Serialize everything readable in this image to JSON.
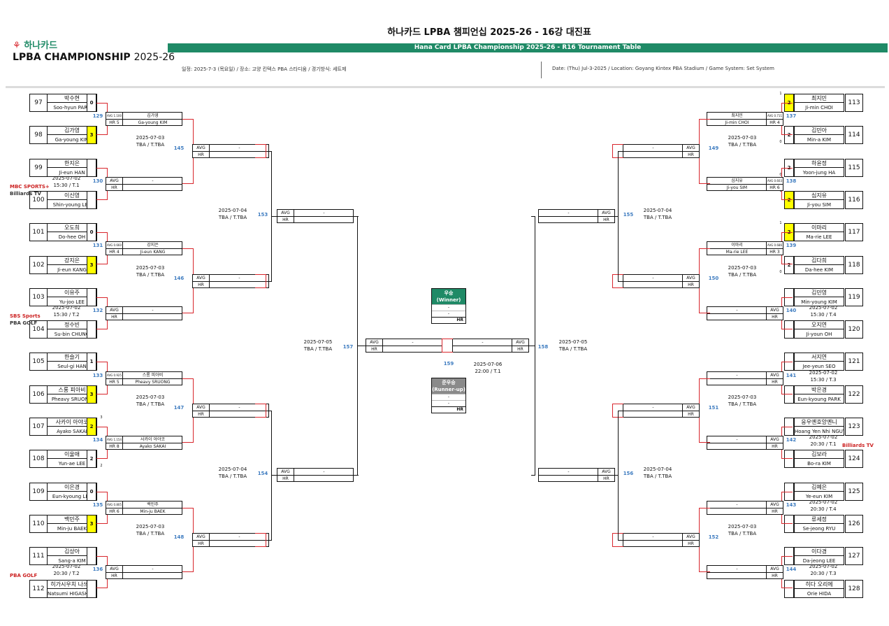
{
  "header": {
    "title": "하나카드 LPBA 챔피언십 2025-26 - 16강 대진표",
    "subtitle": "Hana Card LPBA Championship 2025-26 - R16 Tournament Table",
    "logo_top": "하나카드",
    "logo_main": "LPBA CHAMPIONSHIP",
    "logo_year": "2025-26",
    "info_ko": "일정: 2025-7-3 (목요일) / 장소: 고양 킨텍스 PBA 스타디움 / 경기방식: 세트제",
    "info_en": "Date: (Thu) Jul-3-2025 / Location: Goyang Kintex PBA Stadium / Game System: Set System"
  },
  "colors": {
    "green": "#1f8a66",
    "bracket_red": "#d8262c",
    "winner_yellow": "#ffff00",
    "match_blue": "#3e7cc0"
  },
  "labels": {
    "avg": "AVG",
    "hr": "HR",
    "dash": "-",
    "tba": "TBA / T.TBA"
  },
  "players": [
    {
      "seed": "97",
      "ko": "박수현",
      "en": "Soo-hyun PARK",
      "score": "0"
    },
    {
      "seed": "98",
      "ko": "김가영",
      "en": "Ga-young KIM",
      "score": "3",
      "win": true
    },
    {
      "seed": "99",
      "ko": "한지은",
      "en": "Ji-eun HAN",
      "score": ""
    },
    {
      "seed": "100",
      "ko": "이신영",
      "en": "Shin-young LEE",
      "score": ""
    },
    {
      "seed": "101",
      "ko": "오도희",
      "en": "Do-hee OH",
      "score": "0"
    },
    {
      "seed": "102",
      "ko": "강지은",
      "en": "Ji-eun KANG",
      "score": "3",
      "win": true
    },
    {
      "seed": "103",
      "ko": "이유주",
      "en": "Yu-joo LEE",
      "score": ""
    },
    {
      "seed": "104",
      "ko": "정수빈",
      "en": "Su-bin CHUNG",
      "score": ""
    },
    {
      "seed": "105",
      "ko": "한슬기",
      "en": "Seul-gi HAN",
      "score": "1"
    },
    {
      "seed": "106",
      "ko": "스롱 피아비",
      "en": "Pheavy SRUONG",
      "score": "3",
      "win": true
    },
    {
      "seed": "107",
      "ko": "사카이 아야코",
      "en": "Ayako SAKAI",
      "score": "2",
      "win": true,
      "sets": "3"
    },
    {
      "seed": "108",
      "ko": "이울애",
      "en": "Yun-ae LEE",
      "score": "2",
      "sets": "2"
    },
    {
      "seed": "109",
      "ko": "이은경",
      "en": "Eun-kyoung LEE",
      "score": "0"
    },
    {
      "seed": "110",
      "ko": "백민주",
      "en": "Min-ju BAEK",
      "score": "3",
      "win": true
    },
    {
      "seed": "111",
      "ko": "김상아",
      "en": "Sang-a KIM",
      "score": ""
    },
    {
      "seed": "112",
      "ko": "히가시우치 나쓰미",
      "en": "Natsumi HIGASHIUCHI",
      "score": ""
    },
    {
      "seed": "113",
      "ko": "최지민",
      "en": "Ji-min CHOI",
      "score": "2",
      "win": true,
      "sets": "1"
    },
    {
      "seed": "114",
      "ko": "김민아",
      "en": "Min-a KIM",
      "score": "2",
      "sets": "0"
    },
    {
      "seed": "115",
      "ko": "하윤정",
      "en": "Yoon-jung HA",
      "score": "2",
      "sets": "0"
    },
    {
      "seed": "116",
      "ko": "심지유",
      "en": "Ji-you SIM",
      "score": "2",
      "win": true,
      "sets": "1"
    },
    {
      "seed": "117",
      "ko": "이마리",
      "en": "Ma-rie LEE",
      "score": "2",
      "win": true,
      "sets": "1"
    },
    {
      "seed": "118",
      "ko": "김다희",
      "en": "Da-hee KIM",
      "score": "2",
      "sets": "0"
    },
    {
      "seed": "119",
      "ko": "김민영",
      "en": "Min-young KIM",
      "score": ""
    },
    {
      "seed": "120",
      "ko": "오지연",
      "en": "Ji-youn OH",
      "score": ""
    },
    {
      "seed": "121",
      "ko": "서지연",
      "en": "Jee-yeun SEO",
      "score": ""
    },
    {
      "seed": "122",
      "ko": "박은경",
      "en": "Eun-kyoung PARK",
      "score": ""
    },
    {
      "seed": "123",
      "ko": "응우옌호앙옌니",
      "en": "Hoang Yen Nhi NGUYEN",
      "score": ""
    },
    {
      "seed": "124",
      "ko": "김보라",
      "en": "Bo-ra KIM",
      "score": ""
    },
    {
      "seed": "125",
      "ko": "김예은",
      "en": "Ye-eun KIM",
      "score": ""
    },
    {
      "seed": "126",
      "ko": "류세정",
      "en": "Se-jeong RYU",
      "score": ""
    },
    {
      "seed": "127",
      "ko": "이다경",
      "en": "Da-jeong LEE",
      "score": ""
    },
    {
      "seed": "128",
      "ko": "히다 오리에",
      "en": "Orie HIDA",
      "score": ""
    }
  ],
  "r16": [
    {
      "num": "129",
      "avg": "AVG 1.100",
      "hr": "HR 5",
      "ko": "김가영",
      "en": "Ga-young KIM"
    },
    {
      "num": "130",
      "avg": "AVG",
      "hr": "HR",
      "ko": "-",
      "en": "",
      "date": "2025-07-02",
      "time": "15:30 / T.1",
      "bc": "MBC SPORTS+ / Billiards TV"
    },
    {
      "num": "131",
      "avg": "AVG 0.660",
      "hr": "HR 4",
      "ko": "강지은",
      "en": "Ji-eun KANG"
    },
    {
      "num": "132",
      "avg": "AVG",
      "hr": "HR",
      "ko": "-",
      "en": "",
      "date": "2025-07-02",
      "time": "15:30 / T.2",
      "bc": "SBS Sports / PBA GOLF"
    },
    {
      "num": "133",
      "avg": "AVG 0.925",
      "hr": "HR 5",
      "ko": "스롱 피아비",
      "en": "Pheavy SRUONG"
    },
    {
      "num": "134",
      "avg": "AVG 1.154",
      "hr": "HR 8",
      "ko": "사카이 아야코",
      "en": "Ayako SAKAI"
    },
    {
      "num": "135",
      "avg": "AVG 0.805",
      "hr": "HR 6",
      "ko": "백민주",
      "en": "Min-ju BAEK"
    },
    {
      "num": "136",
      "avg": "AVG",
      "hr": "HR",
      "ko": "-",
      "en": "",
      "date": "2025-07-02",
      "time": "20:30 / T.2",
      "bc": "PBA GOLF"
    },
    {
      "num": "137",
      "avg": "AVG 0.711",
      "hr": "HR 4",
      "ko": "최지민",
      "en": "Ji-min CHOI"
    },
    {
      "num": "138",
      "avg": "AVG 0.603",
      "hr": "HR 6",
      "ko": "심지유",
      "en": "Ji-you SIM"
    },
    {
      "num": "139",
      "avg": "AVG 0.686",
      "hr": "HR 3",
      "ko": "이마리",
      "en": "Ma-rie LEE"
    },
    {
      "num": "140",
      "avg": "AVG",
      "hr": "HR",
      "ko": "-",
      "en": "",
      "date": "2025-07-02",
      "time": "15:30 / T.4"
    },
    {
      "num": "141",
      "avg": "AVG",
      "hr": "HR",
      "ko": "-",
      "en": "",
      "date": "2025-07-02",
      "time": "15:30 / T.3"
    },
    {
      "num": "142",
      "avg": "AVG",
      "hr": "HR",
      "ko": "-",
      "en": "",
      "date": "2025-07-02",
      "time": "20:30 / T.1",
      "bc": "Billiards TV"
    },
    {
      "num": "143",
      "avg": "AVG",
      "hr": "HR",
      "ko": "-",
      "en": "",
      "date": "2025-07-02",
      "time": "20:30 / T.4"
    },
    {
      "num": "144",
      "avg": "AVG",
      "hr": "HR",
      "ko": "-",
      "en": "",
      "date": "2025-07-02",
      "time": "20:30 / T.3"
    }
  ],
  "qf": [
    {
      "num": "145",
      "date": "2025-07-03"
    },
    {
      "num": "146",
      "date": "2025-07-03"
    },
    {
      "num": "147",
      "date": "2025-07-03"
    },
    {
      "num": "148",
      "date": "2025-07-03"
    },
    {
      "num": "149",
      "date": "2025-07-03"
    },
    {
      "num": "150",
      "date": "2025-07-03"
    },
    {
      "num": "151",
      "date": "2025-07-03"
    },
    {
      "num": "152",
      "date": "2025-07-03"
    }
  ],
  "sf": [
    {
      "num": "153",
      "date": "2025-07-04"
    },
    {
      "num": "154",
      "date": "2025-07-04"
    },
    {
      "num": "155",
      "date": "2025-07-04"
    },
    {
      "num": "156",
      "date": "2025-07-04"
    }
  ],
  "final_matches": [
    {
      "num": "157",
      "date": "2025-07-05"
    },
    {
      "num": "158",
      "date": "2025-07-05"
    }
  ],
  "championship": {
    "num": "159",
    "date": "2025-07-06",
    "time": "22:00 / T.1"
  },
  "winner": {
    "label": "우승",
    "label_en": "(Winner)",
    "name": "-",
    "en": "-",
    "hr": "HR"
  },
  "runnerup": {
    "label": "준우승",
    "label_en": "(Runner-up)",
    "name": "-",
    "en": "-",
    "hr": "HR"
  }
}
